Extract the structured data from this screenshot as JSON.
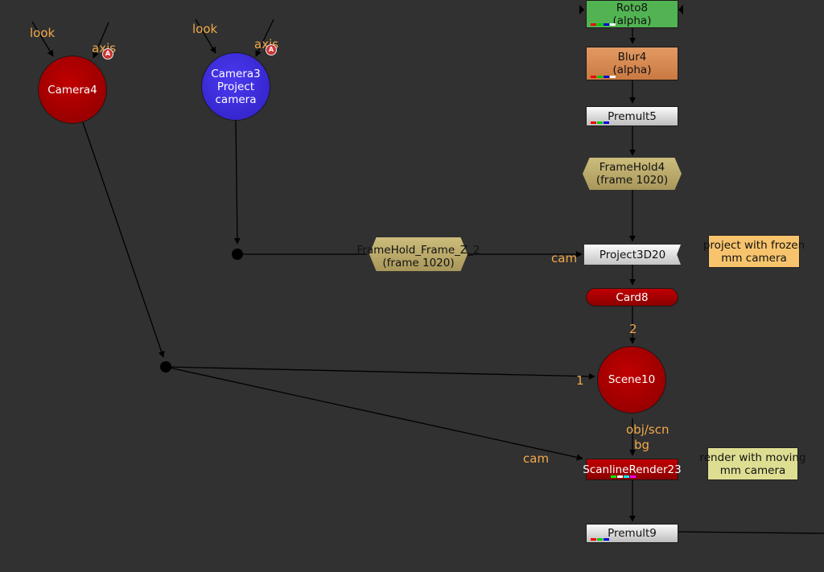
{
  "cameras": {
    "camera4": {
      "name": "Camera4",
      "look": "look",
      "axis": "axis",
      "badge": "A",
      "color": "#b00000"
    },
    "camera3": {
      "name": "Camera3",
      "sub": "Project camera",
      "look": "look",
      "axis": "axis",
      "badge": "A",
      "color": "#3b2bde"
    }
  },
  "nodes": {
    "roto8": {
      "name": "Roto8",
      "sub": "(alpha)",
      "color": "#52b352"
    },
    "blur4": {
      "name": "Blur4",
      "sub": "(alpha)",
      "color": "#d98a51"
    },
    "premult5": {
      "name": "Premult5"
    },
    "framehold4": {
      "name": "FrameHold4",
      "sub": "(frame 1020)",
      "color": "#b6a563"
    },
    "framehold_z2": {
      "name": "FrameHold_Frame_Z_2",
      "sub": "(frame 1020)",
      "color": "#b6a563"
    },
    "project3d20": {
      "name": "Project3D20",
      "input": "cam"
    },
    "card8": {
      "name": "Card8",
      "input_num": "2",
      "color": "#b00000"
    },
    "scene10": {
      "name": "Scene10",
      "input_num": "1",
      "color": "#b00000"
    },
    "scanline23": {
      "name": "ScanlineRender23",
      "input_objscn": "obj/scn",
      "input_bg": "bg",
      "input_cam": "cam",
      "color": "#b00000"
    },
    "premult9": {
      "name": "Premult9"
    }
  },
  "stickies": {
    "note1": {
      "line1": "project with frozen",
      "line2": "mm camera",
      "color": "#f7c46d"
    },
    "note2": {
      "line1": "render with moving",
      "line2": "mm camera",
      "color": "#dede93"
    }
  },
  "colors": {
    "background": "#313131",
    "wire": "#000000",
    "label": "#f3a94a"
  }
}
